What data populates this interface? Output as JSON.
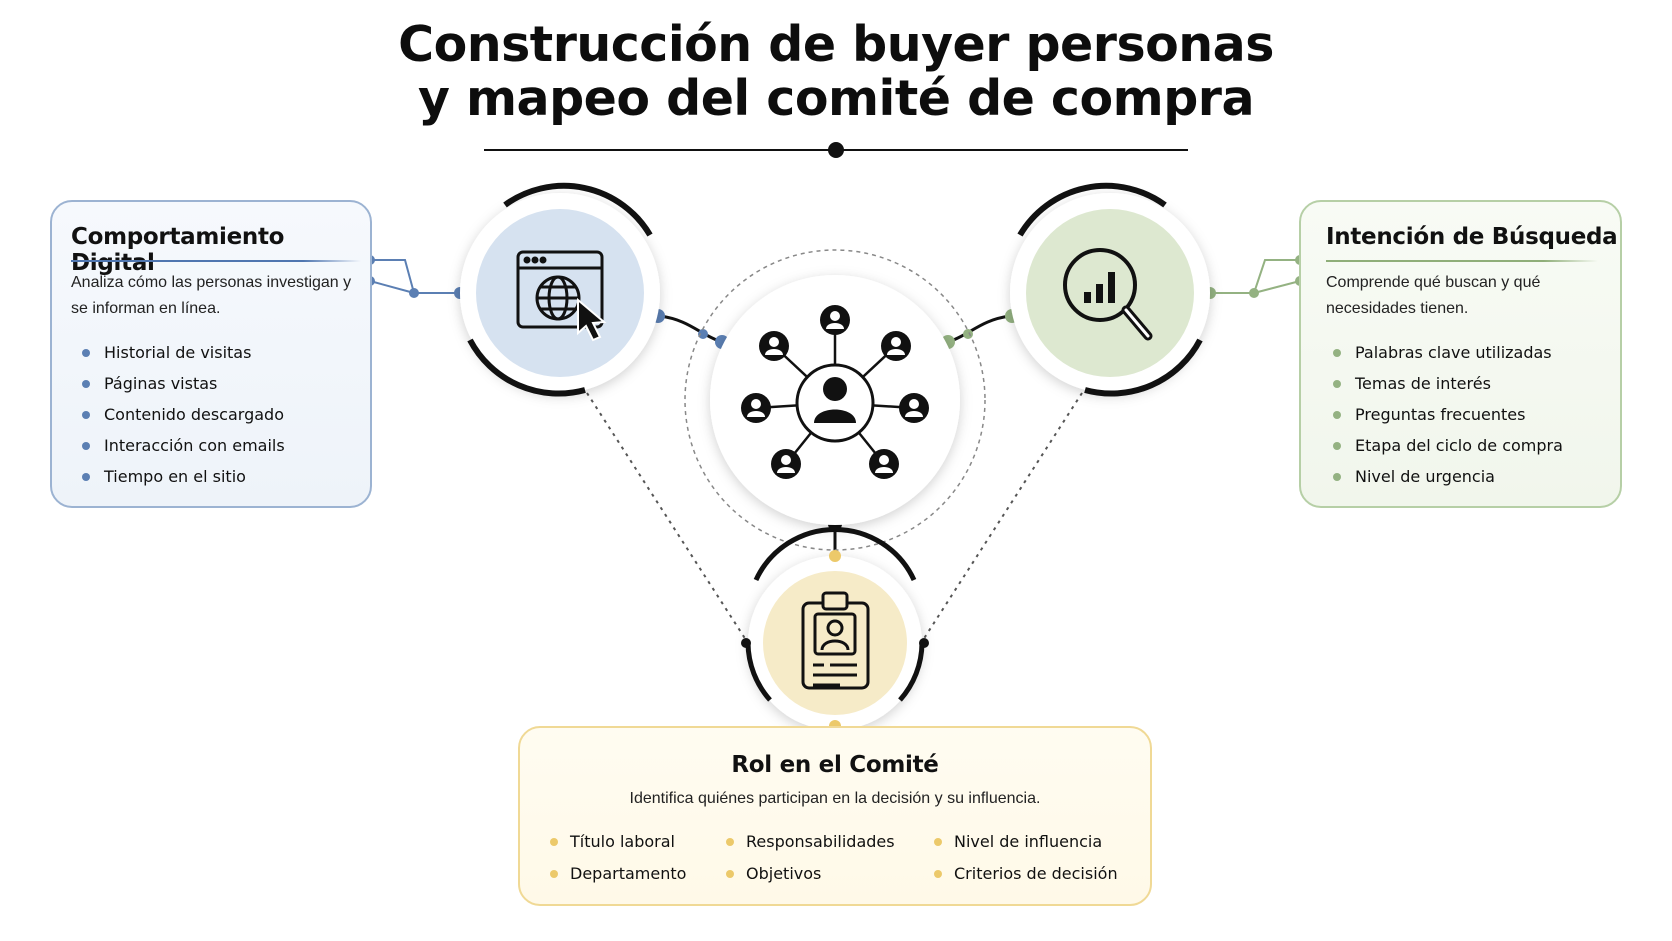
{
  "title": {
    "line1": "Construcción de buyer personas",
    "line2": "y mapeo del comité de compra"
  },
  "colors": {
    "blue_accent": "#5b7fb3",
    "blue_fill": "#d6e2f0",
    "green_accent": "#94b282",
    "green_fill": "#dde8d0",
    "yellow_accent": "#ecc96a",
    "yellow_fill": "#f6ebc8",
    "dark": "#111111"
  },
  "nodes": {
    "digital_icon": "web-browser-globe-cursor-icon",
    "search_icon": "magnifier-bar-chart-icon",
    "center_icon": "people-network-icon",
    "role_icon": "id-badge-clipboard-icon"
  },
  "digital": {
    "title": "Comportamiento Digital",
    "description": "Analiza cómo las personas investigan y se informan en línea.",
    "items": [
      "Historial de visitas",
      "Páginas vistas",
      "Contenido descargado",
      "Interacción con emails",
      "Tiempo en el sitio"
    ]
  },
  "search": {
    "title": "Intención de Búsqueda",
    "description": "Comprende qué buscan y qué necesidades tienen.",
    "items": [
      "Palabras clave utilizadas",
      "Temas de interés",
      "Preguntas frecuentes",
      "Etapa del ciclo de compra",
      "Nivel de urgencia"
    ]
  },
  "role": {
    "title": "Rol en el Comité",
    "description": "Identifica quiénes participan en la decisión y su influencia.",
    "columns": [
      [
        "Título laboral",
        "Departamento"
      ],
      [
        "Responsabilidades",
        "Objetivos"
      ],
      [
        "Nivel de influencia",
        "Criterios de decisión"
      ]
    ]
  }
}
